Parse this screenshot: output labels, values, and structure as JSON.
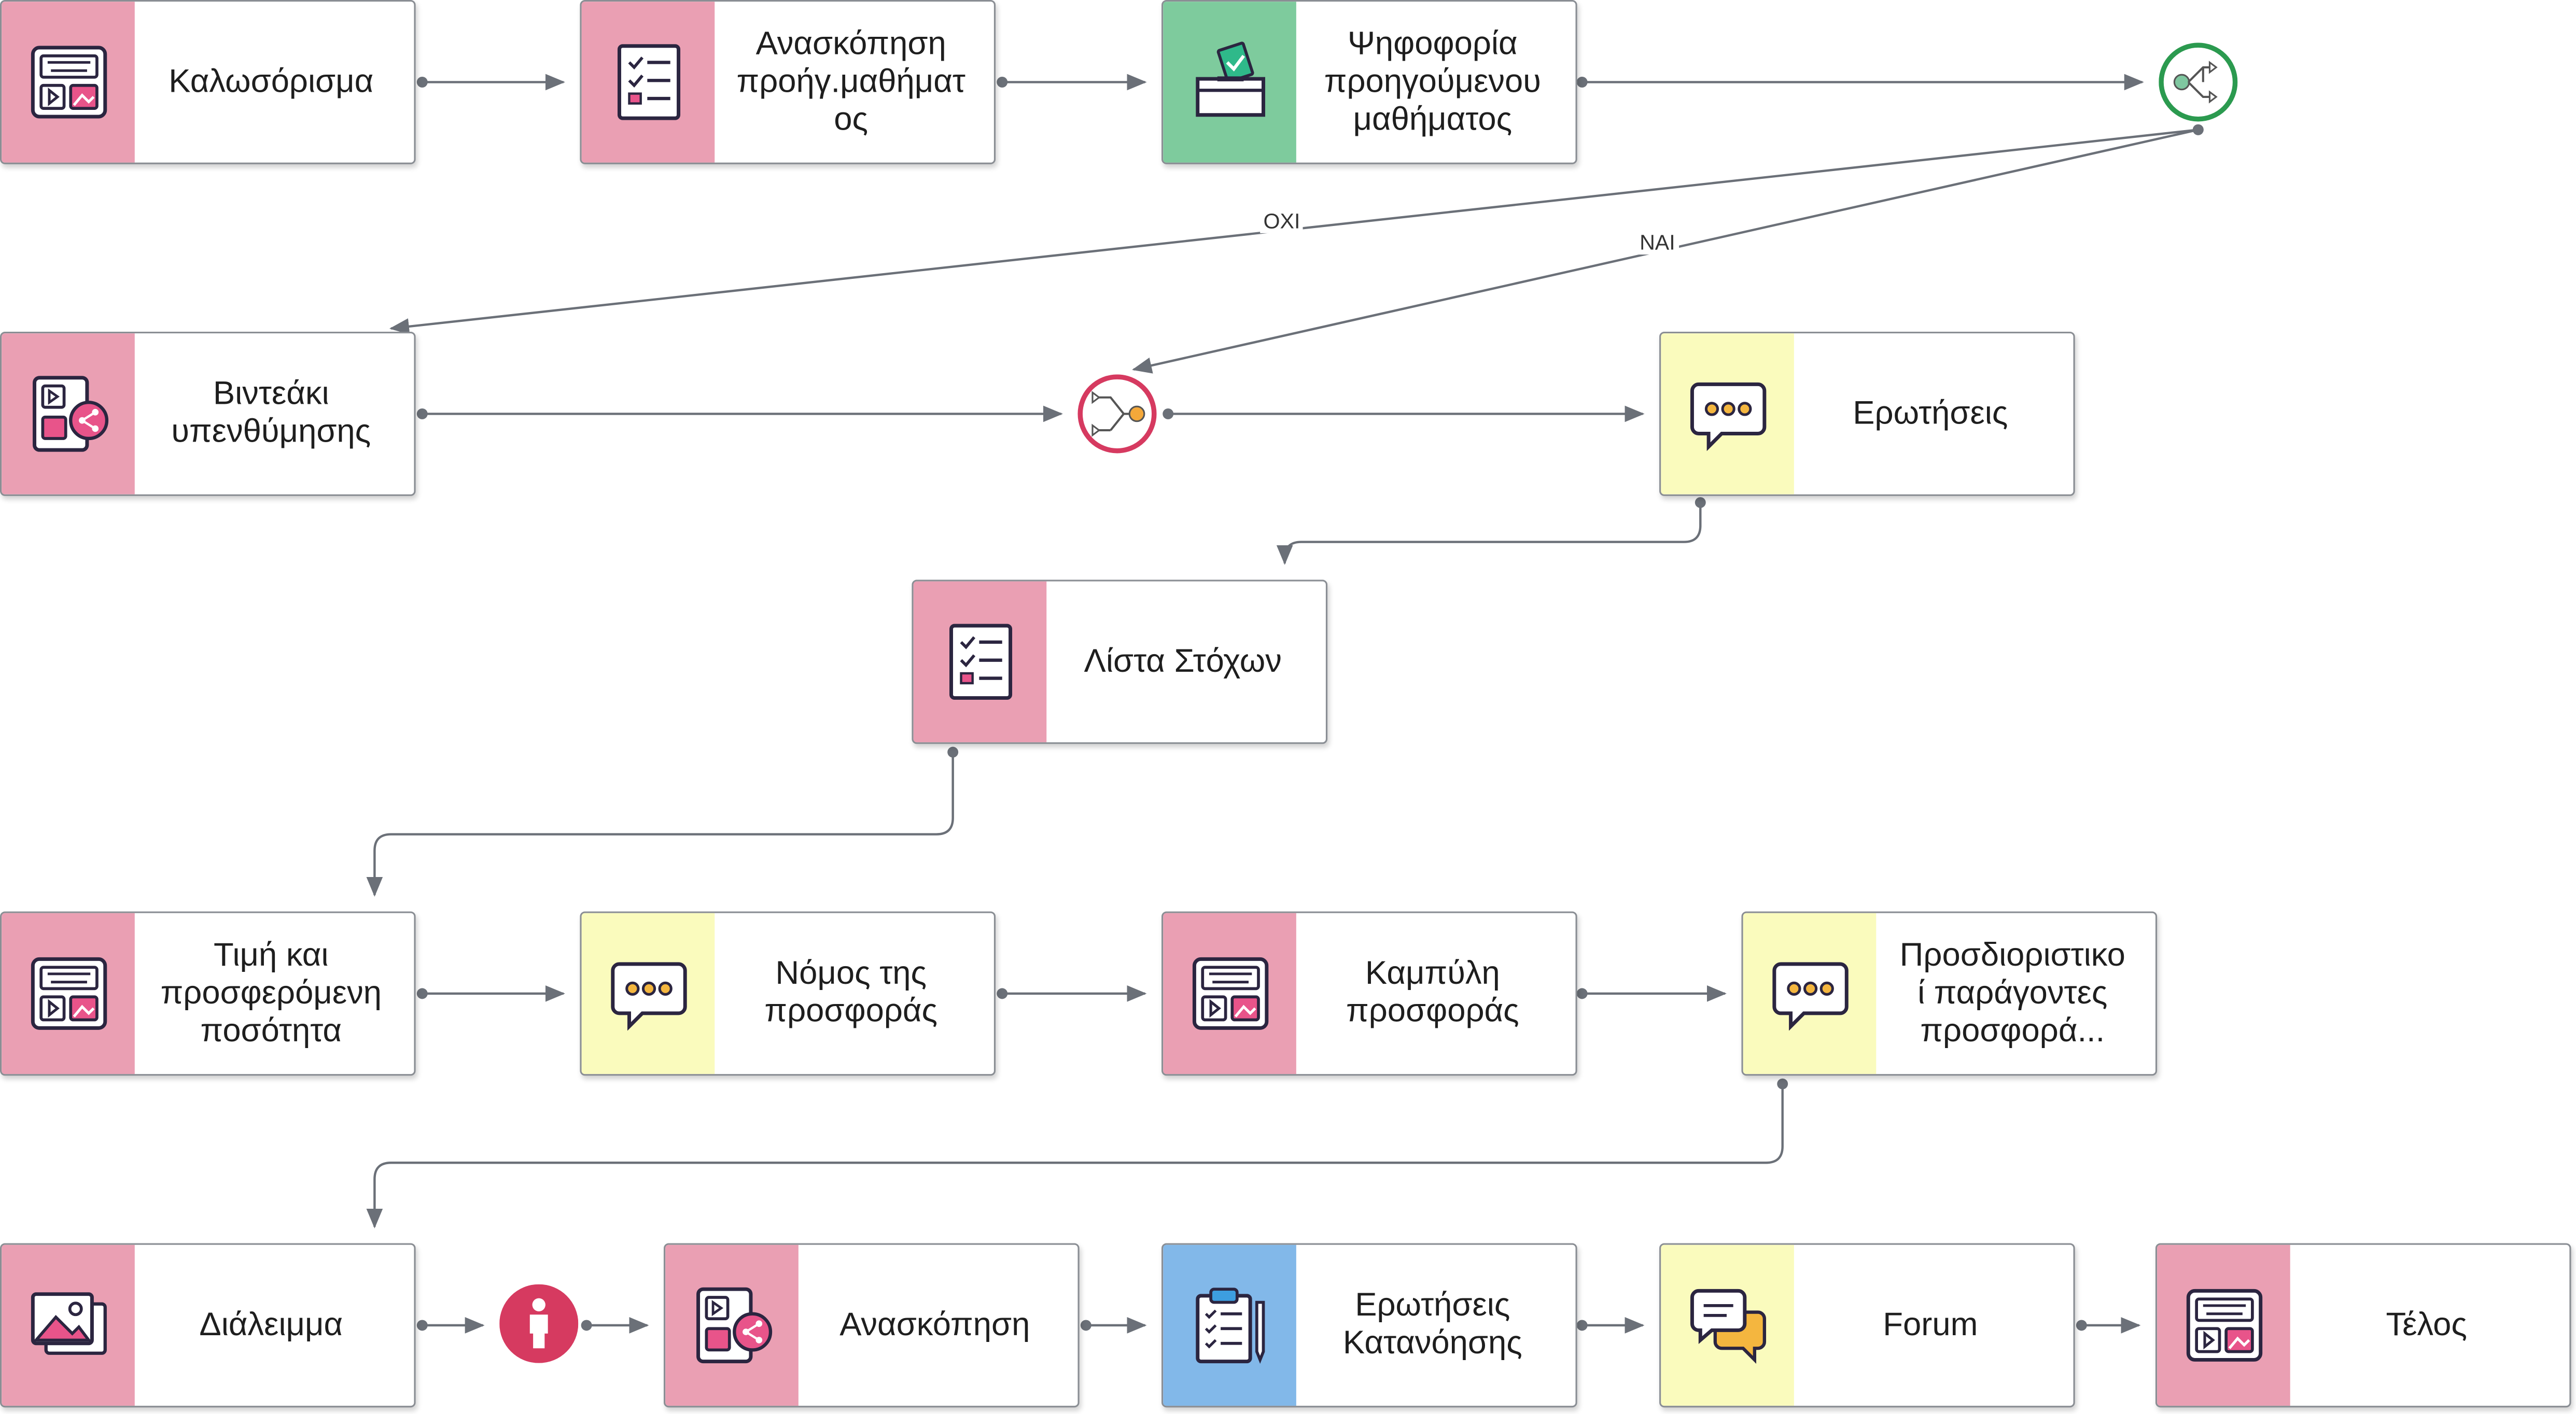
{
  "colors": {
    "pink": "#ea9fb3",
    "green": "#7ecb9d",
    "yellow": "#fafbbd",
    "blue": "#82b8e9",
    "edge": "#6b7078",
    "gate_green": "#2b9a4f",
    "gate_red": "#d63a60"
  },
  "nodes": [
    {
      "id": "n1",
      "label": "Καλωσόρισμα",
      "icon": "presentation-icon",
      "band": "pink"
    },
    {
      "id": "n2",
      "label": "Ανασκόπηση\nπροήγ.μαθήματ\nος",
      "icon": "checklist-icon",
      "band": "pink"
    },
    {
      "id": "n3",
      "label": "Ψηφοφορία\nπρoηγούμενου\nμαθήματος",
      "icon": "ballot-box-icon",
      "band": "green"
    },
    {
      "id": "n4",
      "label": "Βιντεάκι\nυπενθύμησης",
      "icon": "share-media-icon",
      "band": "pink"
    },
    {
      "id": "n5",
      "label": "Ερωτήσεις",
      "icon": "chat-bubble-icon",
      "band": "yellow"
    },
    {
      "id": "n6",
      "label": "Λίστα Στόχων",
      "icon": "checklist-icon",
      "band": "pink"
    },
    {
      "id": "n7",
      "label": "Τιμή και\nπροσφερόμενη\nποσότητα",
      "icon": "presentation-icon",
      "band": "pink"
    },
    {
      "id": "n8",
      "label": "Νόμος της\nπροσφοράς",
      "icon": "chat-bubble-icon",
      "band": "yellow"
    },
    {
      "id": "n9",
      "label": "Καμπύλη\nπροσφοράς",
      "icon": "presentation-icon",
      "band": "pink"
    },
    {
      "id": "n10",
      "label": "Προσδιοριστικο\nί παράγοντες\nπροσφορά...",
      "icon": "chat-bubble-icon",
      "band": "yellow"
    },
    {
      "id": "n11",
      "label": "Διάλειμμα",
      "icon": "image-icon",
      "band": "pink"
    },
    {
      "id": "n12",
      "label": "Ανασκόπηση",
      "icon": "share-media-icon",
      "band": "pink"
    },
    {
      "id": "n13",
      "label": "Ερωτήσεις\nΚατανόησης",
      "icon": "clipboard-checklist-icon",
      "band": "blue"
    },
    {
      "id": "n14",
      "label": "Forum",
      "icon": "discussion-icon",
      "band": "yellow"
    },
    {
      "id": "n15",
      "label": "Τέλος",
      "icon": "presentation-icon",
      "band": "pink"
    }
  ],
  "gates": [
    {
      "id": "split",
      "icon": "split-gate-icon",
      "ring": "gate_green"
    },
    {
      "id": "merge",
      "icon": "merge-gate-icon",
      "ring": "gate_red"
    },
    {
      "id": "person",
      "icon": "person-icon",
      "ring": "gate_red"
    }
  ],
  "edge_labels": {
    "no": "ΟΧΙ",
    "yes": "ΝΑΙ"
  }
}
